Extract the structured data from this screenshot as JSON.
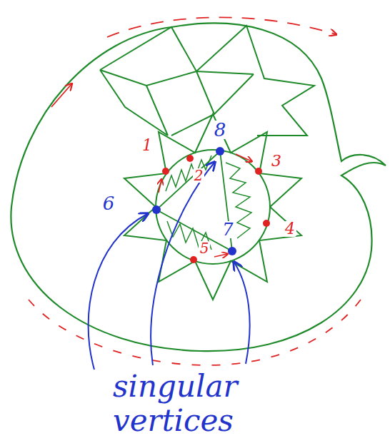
{
  "diagram": {
    "labels": [
      "1",
      "2",
      "3",
      "4",
      "5",
      "6",
      "7",
      "8",
      "singular vertices"
    ]
  }
}
